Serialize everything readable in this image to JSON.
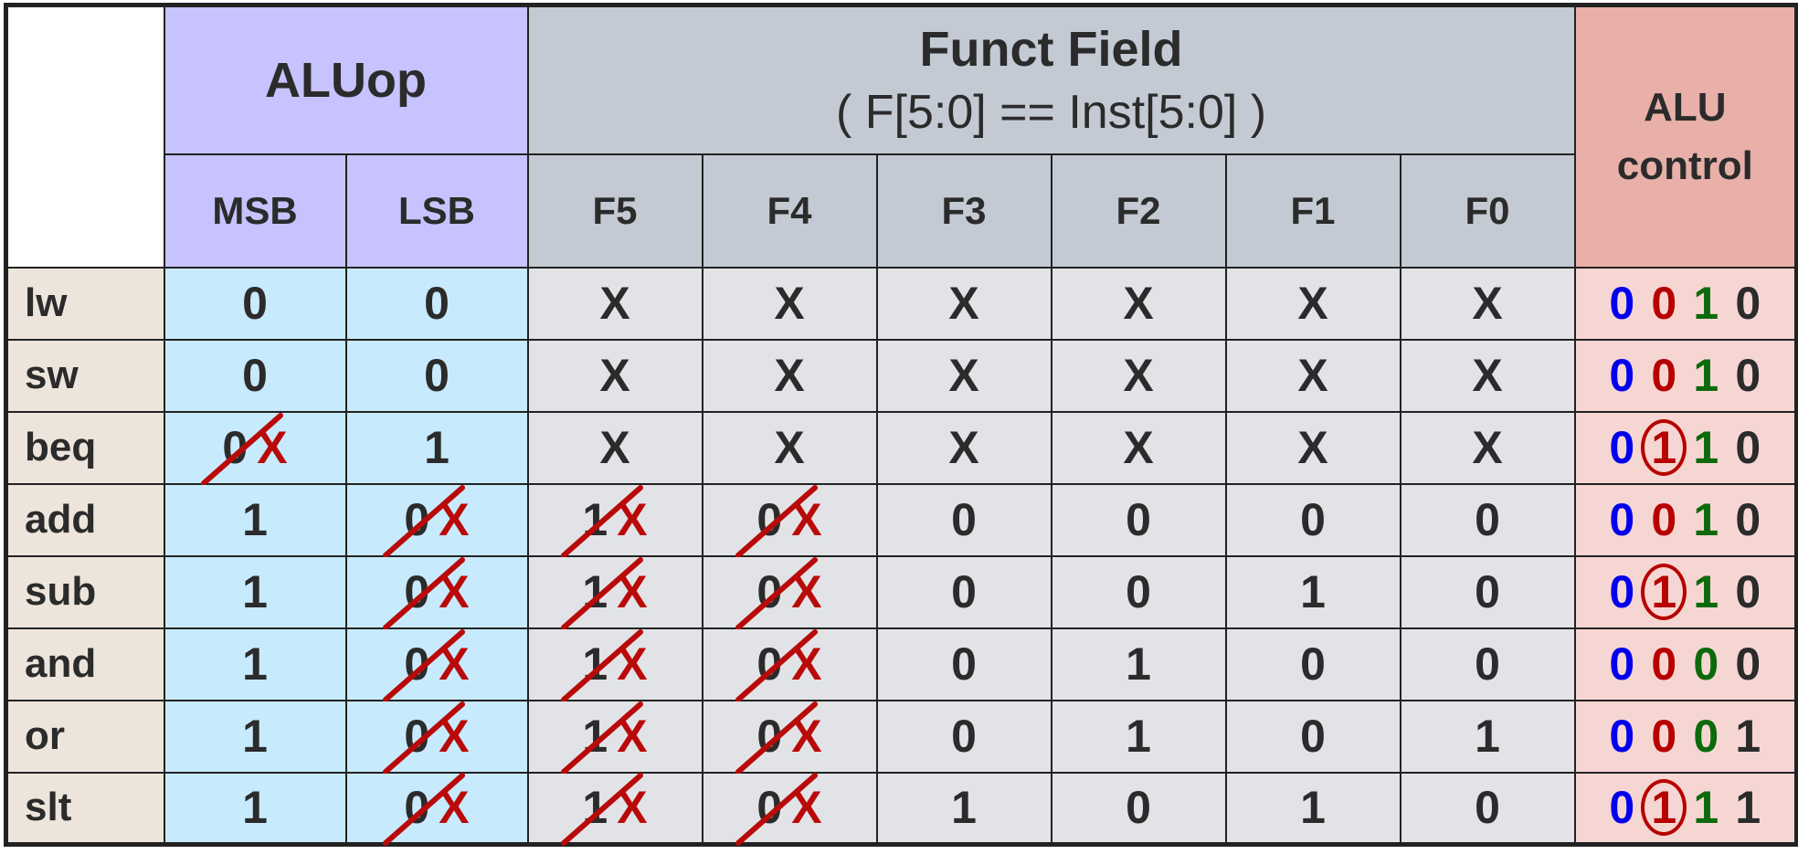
{
  "header": {
    "alu_op": "ALUop",
    "funct_field": "Funct Field",
    "funct_subtitle": "( F[5:0] == Inst[5:0] )",
    "alu_control_line1": "ALU",
    "alu_control_line2": "control",
    "msb": "MSB",
    "lsb": "LSB",
    "f_cols": [
      "F5",
      "F4",
      "F3",
      "F2",
      "F1",
      "F0"
    ]
  },
  "colors": {
    "alu_op_header": "#c6c3ff",
    "funct_header": "#c4cad3",
    "alu_control_header": "#e8b0a8",
    "row_label_bg": "#ede5dc",
    "alu_op_cells": "#c8eafd",
    "funct_cells": "#e2e3e7",
    "alu_control_cells": "#f6d6d3",
    "bit3_color": "#0000ee",
    "bit2_color": "#b70000",
    "bit1_color": "#0c6a0c",
    "strike_color": "#b90a0a"
  },
  "rows": [
    {
      "op": "lw",
      "msb": {
        "v": "0",
        "struck": false,
        "repl": ""
      },
      "lsb": {
        "v": "0",
        "struck": false,
        "repl": ""
      },
      "f": [
        {
          "v": "X",
          "struck": false,
          "repl": ""
        },
        {
          "v": "X",
          "struck": false,
          "repl": ""
        },
        {
          "v": "X",
          "struck": false,
          "repl": ""
        },
        {
          "v": "X",
          "struck": false,
          "repl": ""
        },
        {
          "v": "X",
          "struck": false,
          "repl": ""
        },
        {
          "v": "X",
          "struck": false,
          "repl": ""
        }
      ],
      "alu": [
        "0",
        "0",
        "1",
        "0"
      ],
      "circled": false
    },
    {
      "op": "sw",
      "msb": {
        "v": "0",
        "struck": false,
        "repl": ""
      },
      "lsb": {
        "v": "0",
        "struck": false,
        "repl": ""
      },
      "f": [
        {
          "v": "X",
          "struck": false,
          "repl": ""
        },
        {
          "v": "X",
          "struck": false,
          "repl": ""
        },
        {
          "v": "X",
          "struck": false,
          "repl": ""
        },
        {
          "v": "X",
          "struck": false,
          "repl": ""
        },
        {
          "v": "X",
          "struck": false,
          "repl": ""
        },
        {
          "v": "X",
          "struck": false,
          "repl": ""
        }
      ],
      "alu": [
        "0",
        "0",
        "1",
        "0"
      ],
      "circled": false
    },
    {
      "op": "beq",
      "msb": {
        "v": "0",
        "struck": true,
        "repl": "X"
      },
      "lsb": {
        "v": "1",
        "struck": false,
        "repl": ""
      },
      "f": [
        {
          "v": "X",
          "struck": false,
          "repl": ""
        },
        {
          "v": "X",
          "struck": false,
          "repl": ""
        },
        {
          "v": "X",
          "struck": false,
          "repl": ""
        },
        {
          "v": "X",
          "struck": false,
          "repl": ""
        },
        {
          "v": "X",
          "struck": false,
          "repl": ""
        },
        {
          "v": "X",
          "struck": false,
          "repl": ""
        }
      ],
      "alu": [
        "0",
        "1",
        "1",
        "0"
      ],
      "circled": true
    },
    {
      "op": "add",
      "msb": {
        "v": "1",
        "struck": false,
        "repl": ""
      },
      "lsb": {
        "v": "0",
        "struck": true,
        "repl": "X"
      },
      "f": [
        {
          "v": "1",
          "struck": true,
          "repl": "X"
        },
        {
          "v": "0",
          "struck": true,
          "repl": "X"
        },
        {
          "v": "0",
          "struck": false,
          "repl": ""
        },
        {
          "v": "0",
          "struck": false,
          "repl": ""
        },
        {
          "v": "0",
          "struck": false,
          "repl": ""
        },
        {
          "v": "0",
          "struck": false,
          "repl": ""
        }
      ],
      "alu": [
        "0",
        "0",
        "1",
        "0"
      ],
      "circled": false
    },
    {
      "op": "sub",
      "msb": {
        "v": "1",
        "struck": false,
        "repl": ""
      },
      "lsb": {
        "v": "0",
        "struck": true,
        "repl": "X"
      },
      "f": [
        {
          "v": "1",
          "struck": true,
          "repl": "X"
        },
        {
          "v": "0",
          "struck": true,
          "repl": "X"
        },
        {
          "v": "0",
          "struck": false,
          "repl": ""
        },
        {
          "v": "0",
          "struck": false,
          "repl": ""
        },
        {
          "v": "1",
          "struck": false,
          "repl": ""
        },
        {
          "v": "0",
          "struck": false,
          "repl": ""
        }
      ],
      "alu": [
        "0",
        "1",
        "1",
        "0"
      ],
      "circled": true
    },
    {
      "op": "and",
      "msb": {
        "v": "1",
        "struck": false,
        "repl": ""
      },
      "lsb": {
        "v": "0",
        "struck": true,
        "repl": "X"
      },
      "f": [
        {
          "v": "1",
          "struck": true,
          "repl": "X"
        },
        {
          "v": "0",
          "struck": true,
          "repl": "X"
        },
        {
          "v": "0",
          "struck": false,
          "repl": ""
        },
        {
          "v": "1",
          "struck": false,
          "repl": ""
        },
        {
          "v": "0",
          "struck": false,
          "repl": ""
        },
        {
          "v": "0",
          "struck": false,
          "repl": ""
        }
      ],
      "alu": [
        "0",
        "0",
        "0",
        "0"
      ],
      "circled": false
    },
    {
      "op": "or",
      "msb": {
        "v": "1",
        "struck": false,
        "repl": ""
      },
      "lsb": {
        "v": "0",
        "struck": true,
        "repl": "X"
      },
      "f": [
        {
          "v": "1",
          "struck": true,
          "repl": "X"
        },
        {
          "v": "0",
          "struck": true,
          "repl": "X"
        },
        {
          "v": "0",
          "struck": false,
          "repl": ""
        },
        {
          "v": "1",
          "struck": false,
          "repl": ""
        },
        {
          "v": "0",
          "struck": false,
          "repl": ""
        },
        {
          "v": "1",
          "struck": false,
          "repl": ""
        }
      ],
      "alu": [
        "0",
        "0",
        "0",
        "1"
      ],
      "circled": false
    },
    {
      "op": "slt",
      "msb": {
        "v": "1",
        "struck": false,
        "repl": ""
      },
      "lsb": {
        "v": "0",
        "struck": true,
        "repl": "X"
      },
      "f": [
        {
          "v": "1",
          "struck": true,
          "repl": "X"
        },
        {
          "v": "0",
          "struck": true,
          "repl": "X"
        },
        {
          "v": "1",
          "struck": false,
          "repl": ""
        },
        {
          "v": "0",
          "struck": false,
          "repl": ""
        },
        {
          "v": "1",
          "struck": false,
          "repl": ""
        },
        {
          "v": "0",
          "struck": false,
          "repl": ""
        }
      ],
      "alu": [
        "0",
        "1",
        "1",
        "1"
      ],
      "circled": true
    }
  ]
}
